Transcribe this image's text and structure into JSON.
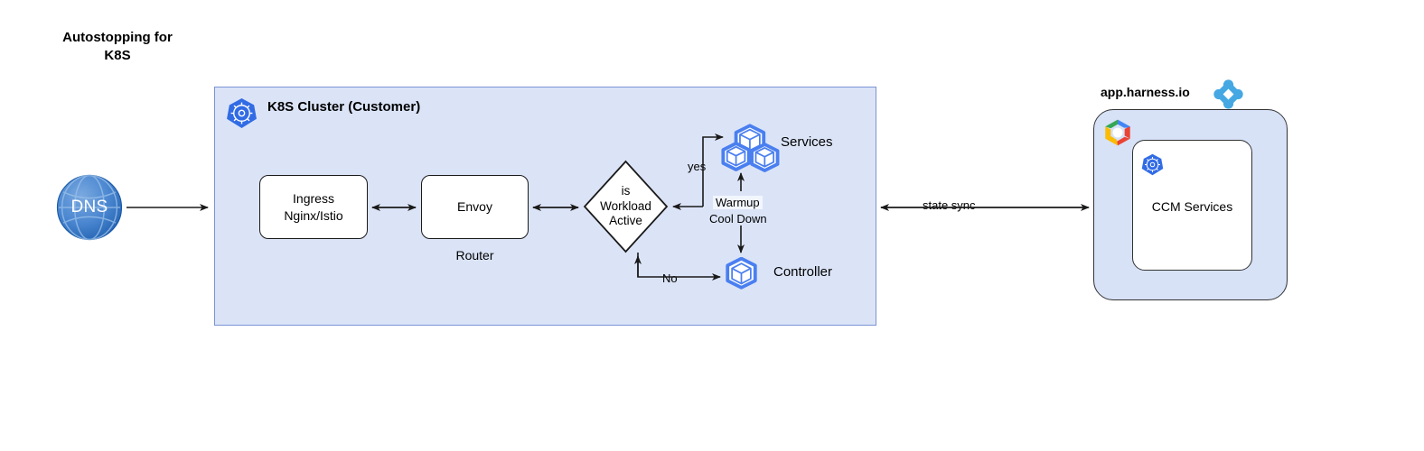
{
  "title": "Autostopping for\nK8S",
  "cluster": {
    "title": "K8S Cluster (Customer)",
    "icon": "kubernetes-icon",
    "nodes": {
      "ingress": "Ingress\nNginx/Istio",
      "envoy": "Envoy",
      "router_caption": "Router",
      "decision": "is\nWorkload\nActive",
      "services_label": "Services",
      "controller_label": "Controller",
      "warmup": "Warmup",
      "cooldown": "Cool Down"
    },
    "edges": {
      "yes": "yes",
      "no": "No"
    }
  },
  "dns": {
    "label": "DNS",
    "icon": "globe-icon"
  },
  "harness": {
    "label": "app.harness.io",
    "icon": "harness-logo-icon",
    "cloud_icon": "google-cloud-icon",
    "inner": {
      "label": "CCM Services",
      "icon": "kubernetes-icon"
    }
  },
  "link": {
    "state_sync": "state sync"
  },
  "colors": {
    "cluster_fill": "#dbe4f7",
    "cluster_border": "#7b93d4",
    "harness_fill": "#d7e2f7",
    "k8s_blue": "#326ce5",
    "service_blue": "#4a7ff0",
    "harness_blue": "#45a8e3",
    "dns_blue": "#2f73c4",
    "stroke": "#1a1a1a"
  }
}
